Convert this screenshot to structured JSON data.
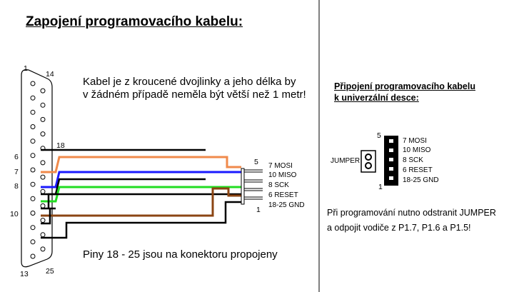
{
  "title": "Zapojení programovacího kabelu:",
  "cable_note": {
    "line1": "Kabel je z kroucené dvojlinky a jeho délka by",
    "line2": "v žádném případě neměla být větší než 1 metr!"
  },
  "pins_note": "Piny 18 - 25 jsou na konektoru propojeny",
  "db25": {
    "pin_1": "1",
    "pin_14": "14",
    "pin_18": "18",
    "pin_13": "13",
    "pin_25": "25",
    "pin_6": "6",
    "pin_7": "7",
    "pin_8": "8",
    "pin_10": "10"
  },
  "connector_left": {
    "num_top": "5",
    "num_bottom": "1",
    "signals": [
      "7 MOSI",
      "10 MISO",
      "8 SCK",
      "6 RESET",
      "18-25 GND"
    ]
  },
  "right_panel": {
    "title_line1": "Připojení programovacího kabelu",
    "title_line2": "k univerzální desce:",
    "jumper_label": "JUMPER",
    "num_top": "5",
    "num_bottom": "1",
    "signals": [
      "7   MOSI",
      "10 MISO",
      "8   SCK",
      "6   RESET",
      "18-25  GND"
    ],
    "note_line1": "Při programování nutno odstranit JUMPER",
    "note_line2": "a odpojit vodiče z P1.7, P1.6 a P1.5!"
  },
  "colors": {
    "mosi": "#f08a4b",
    "miso": "#1a1aff",
    "sck": "#22dd22",
    "reset": "#8b4513",
    "gnd": "#000000"
  }
}
